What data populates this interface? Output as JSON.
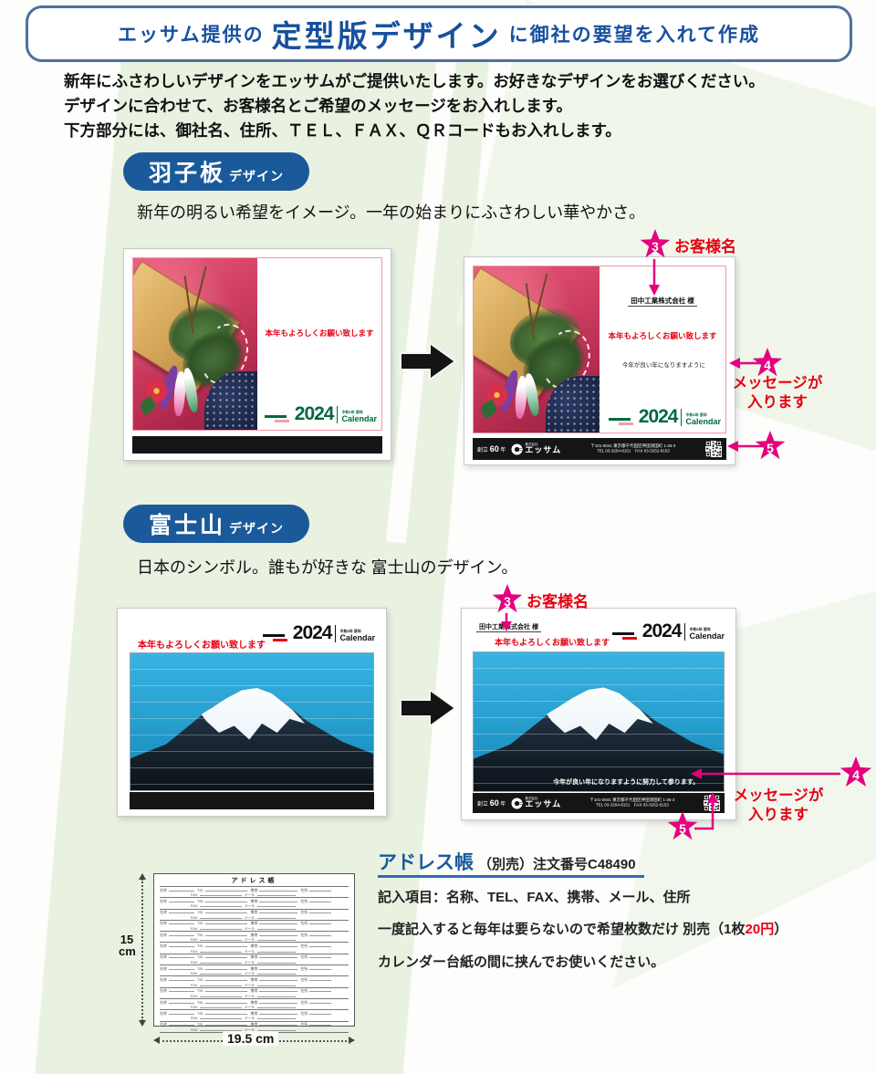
{
  "colors": {
    "accent_blue": "#1b5a9a",
    "annotation_magenta": "#e4007f",
    "text_red": "#e60012",
    "logo_green": "#00693e"
  },
  "header": {
    "prefix": "エッサム提供の",
    "title": "定型版デザイン",
    "suffix": "に御社の要望を入れて作成"
  },
  "intro": {
    "line1": "新年にふさわしいデザインをエッサムがご提供いたします。お好きなデザインをお選びください。",
    "line2": "デザインに合わせて、お客様名とご希望のメッセージをお入れします。",
    "line3": "下方部分には、御社名、住所、ＴＥＬ、ＦＡＸ、ＱＲコードもお入れします。"
  },
  "hagoita": {
    "badge": "羽子板",
    "badge_sub": "デザイン",
    "description": "新年の明るい希望をイメージ。一年の始まりにふさわしい華やかさ。"
  },
  "fuji": {
    "badge": "富士山",
    "badge_sub": "デザイン",
    "description": "日本のシンボル。誰もが好きな 富士山のデザイン。",
    "photo_message": "今年が良い年になりますように努力して参ります。"
  },
  "calendar": {
    "greeting": "本年もよろしくお願い致します",
    "customer_name": "田中工業株式会社 様",
    "message": "今年が良い年になりますように",
    "year": "2024",
    "era": "令和6年 辰年",
    "calendar_word": "Calendar"
  },
  "company": {
    "founding_pre": "創立",
    "founding_num": "60",
    "founding_post": "年",
    "corp_prefix": "株式会社",
    "name": "エッサム",
    "address": "〒101-0041 東京都千代田区神田須田町 1-26-3",
    "tel_fax": "TEL 03-3254-8151　FAX 03-3252-8153"
  },
  "annotations": {
    "num3": "3",
    "customer_label": "お客様名",
    "num4": "4",
    "message_line1": "メッセージが",
    "message_line2": "入ります",
    "num5": "5"
  },
  "address_book": {
    "heading": "アドレス帳",
    "heading_note": "（別売）注文番号C48490",
    "line1": "記入項目：名称、TEL、FAX、携帯、メール、住所",
    "line2_pre": "一度記入すると毎年は要らないので希望枚数だけ 別売（1枚",
    "line2_price": "20円",
    "line2_post": "）",
    "line3": "カレンダー台紙の間に挟んでお使いください。",
    "sheet_title": "アドレス帳",
    "dim_height_num": "15",
    "dim_height_unit": "cm",
    "dim_width": "19.5 cm",
    "row_count": 13,
    "fields_top": [
      "名称",
      "TEL",
      "携帯",
      "住所"
    ],
    "fields_bottom": [
      "FAX",
      "メール"
    ]
  }
}
